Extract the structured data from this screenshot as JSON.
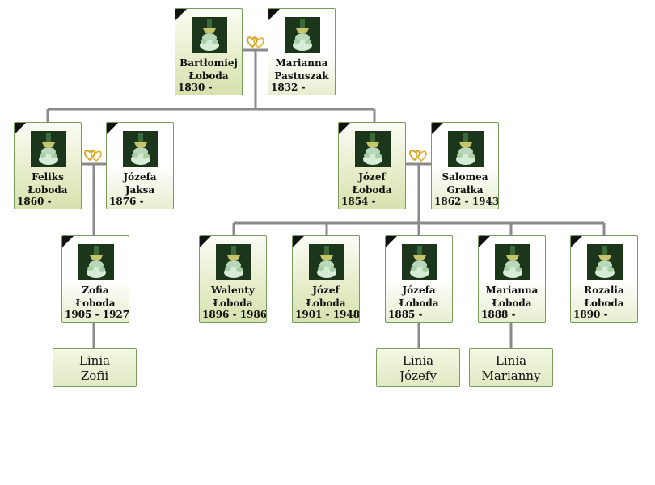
{
  "people": {
    "bartlomiej": {
      "first": "Bartłomiej",
      "last": "Łoboda",
      "dates": "1830 -"
    },
    "marianna_p": {
      "first": "Marianna",
      "last": "Pastuszak",
      "dates": "1832 -"
    },
    "feliks": {
      "first": "Feliks",
      "last": "Łoboda",
      "dates": "1860 -"
    },
    "jozefa_j": {
      "first": "Józefa",
      "last": "Jaksa",
      "dates": "1876 -"
    },
    "jozef": {
      "first": "Józef",
      "last": "Łoboda",
      "dates": "1854 -"
    },
    "salomea": {
      "first": "Salomea",
      "last": "Grałka",
      "dates": "1862 - 1943"
    },
    "zofia": {
      "first": "Zofia",
      "last": "Łoboda",
      "dates": "1905 - 1927"
    },
    "walenty": {
      "first": "Walenty",
      "last": "Łoboda",
      "dates": "1896 - 1986"
    },
    "jozef2": {
      "first": "Józef",
      "last": "Łoboda",
      "dates": "1901 - 1948"
    },
    "jozefa_l": {
      "first": "Józefa",
      "last": "Łoboda",
      "dates": "1885 -"
    },
    "marianna_l": {
      "first": "Marianna",
      "last": "Łoboda",
      "dates": "1888 -"
    },
    "rozalia": {
      "first": "Rozalia",
      "last": "Łoboda",
      "dates": "1890 -"
    }
  },
  "lines": {
    "zofia": {
      "line1": "Linia",
      "line2": "Zofii"
    },
    "jozefa": {
      "line1": "Linia",
      "line2": "Józefy"
    },
    "marianna": {
      "line1": "Linia",
      "line2": "Marianny"
    }
  },
  "colors": {
    "connector": "#8a8a8a",
    "border": "#7a9a5e",
    "male_fill": "#d7e1ae",
    "female_fill": "#e7eed0",
    "hearts": "#d4a017"
  },
  "icons": {
    "mourning_ribbon": "mourning-ribbon-icon",
    "photo": "portrait-photo-icon",
    "marriage": "wedding-hearts-icon"
  }
}
